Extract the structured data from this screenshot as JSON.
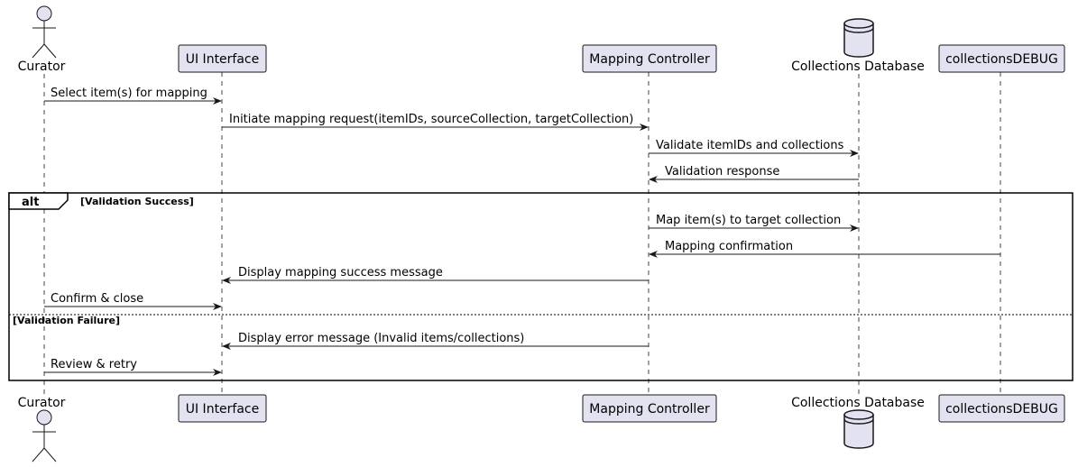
{
  "participants": [
    {
      "id": "curator",
      "label": "Curator",
      "kind": "actor"
    },
    {
      "id": "ui",
      "label": "UI Interface",
      "kind": "participant"
    },
    {
      "id": "controller",
      "label": "Mapping Controller",
      "kind": "participant"
    },
    {
      "id": "database",
      "label": "Collections Database",
      "kind": "database"
    },
    {
      "id": "debug",
      "label": "collectionsDEBUG",
      "kind": "participant"
    }
  ],
  "messages": [
    {
      "from": "curator",
      "to": "ui",
      "text": "Select item(s) for mapping"
    },
    {
      "from": "ui",
      "to": "controller",
      "text": "Initiate mapping request(itemIDs, sourceCollection, targetCollection)"
    },
    {
      "from": "controller",
      "to": "database",
      "text": "Validate itemIDs and collections"
    },
    {
      "from": "database",
      "to": "controller",
      "text": "Validation response"
    },
    {
      "from": "controller",
      "to": "database",
      "text": "Map item(s) to target collection"
    },
    {
      "from": "debug",
      "to": "controller",
      "text": "Mapping confirmation"
    },
    {
      "from": "controller",
      "to": "ui",
      "text": "Display mapping success message"
    },
    {
      "from": "curator",
      "to": "ui",
      "text": "Confirm & close"
    },
    {
      "from": "controller",
      "to": "ui",
      "text": "Display error message (Invalid items/collections)"
    },
    {
      "from": "curator",
      "to": "ui",
      "text": "Review & retry"
    }
  ],
  "fragment": {
    "keyword": "alt",
    "success_guard": "[Validation Success]",
    "failure_guard": "[Validation Failure]"
  },
  "colors": {
    "participant_fill": "#e2e2f0",
    "participant_stroke": "#181818",
    "line": "#181818"
  }
}
